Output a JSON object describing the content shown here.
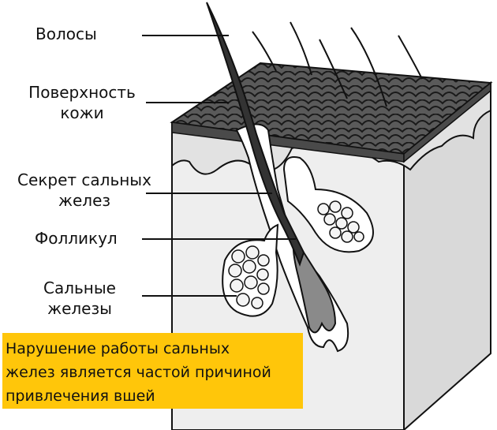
{
  "labels": {
    "hair": "Волосы",
    "skin_surface_line1": "Поверхность",
    "skin_surface_line2": "кожи",
    "sebum_line1": "Секрет сальных",
    "sebum_line2": "желез",
    "follicle": "Фолликул",
    "glands_line1": "Сальные",
    "glands_line2": "железы"
  },
  "caption": {
    "line1": "Нарушение работы сальных",
    "line2": "желез является частой причиной",
    "line3": "привлечения вшей"
  },
  "colors": {
    "skin_top": "#5a5a5a",
    "skin_dermis": "#eeeeee",
    "epidermis": "#e2e2e2",
    "hair": "#333333",
    "caption_bg": "#ffc60a"
  }
}
